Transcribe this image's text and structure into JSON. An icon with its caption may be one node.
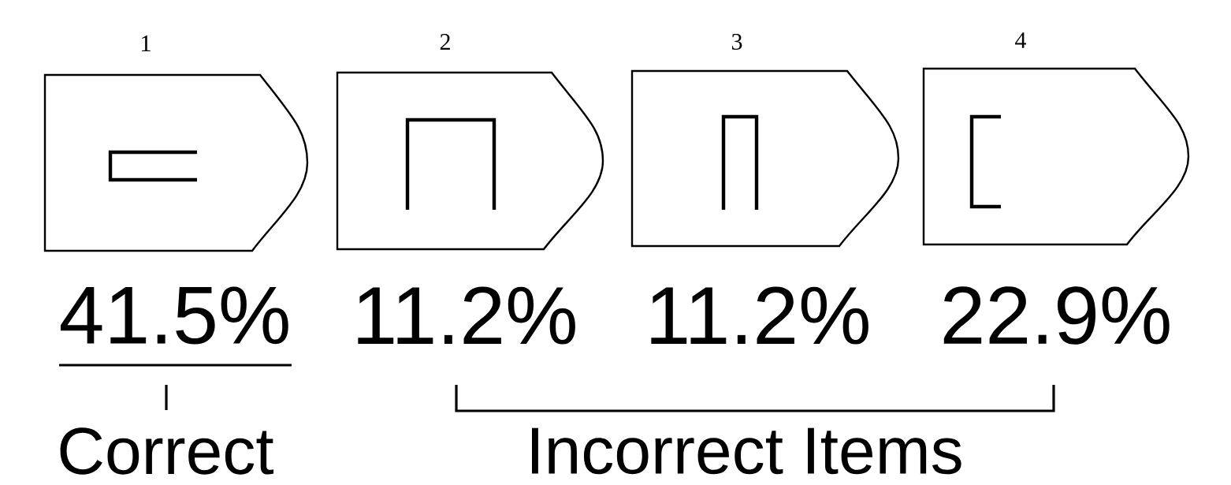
{
  "diagram": {
    "nodes": [
      {
        "text": [
          "1"
        ],
        "beside": [
          "41.5%"
        ]
      },
      {
        "text": [
          "2"
        ],
        "beside": [
          "11.2%"
        ]
      },
      {
        "text": [
          "3"
        ],
        "beside": [
          "11.2%"
        ]
      },
      {
        "text": [
          "4"
        ],
        "beside": [
          "22.9%"
        ]
      }
    ],
    "edges": [],
    "labels": [
      "Correct",
      "Incorrect Items"
    ]
  }
}
